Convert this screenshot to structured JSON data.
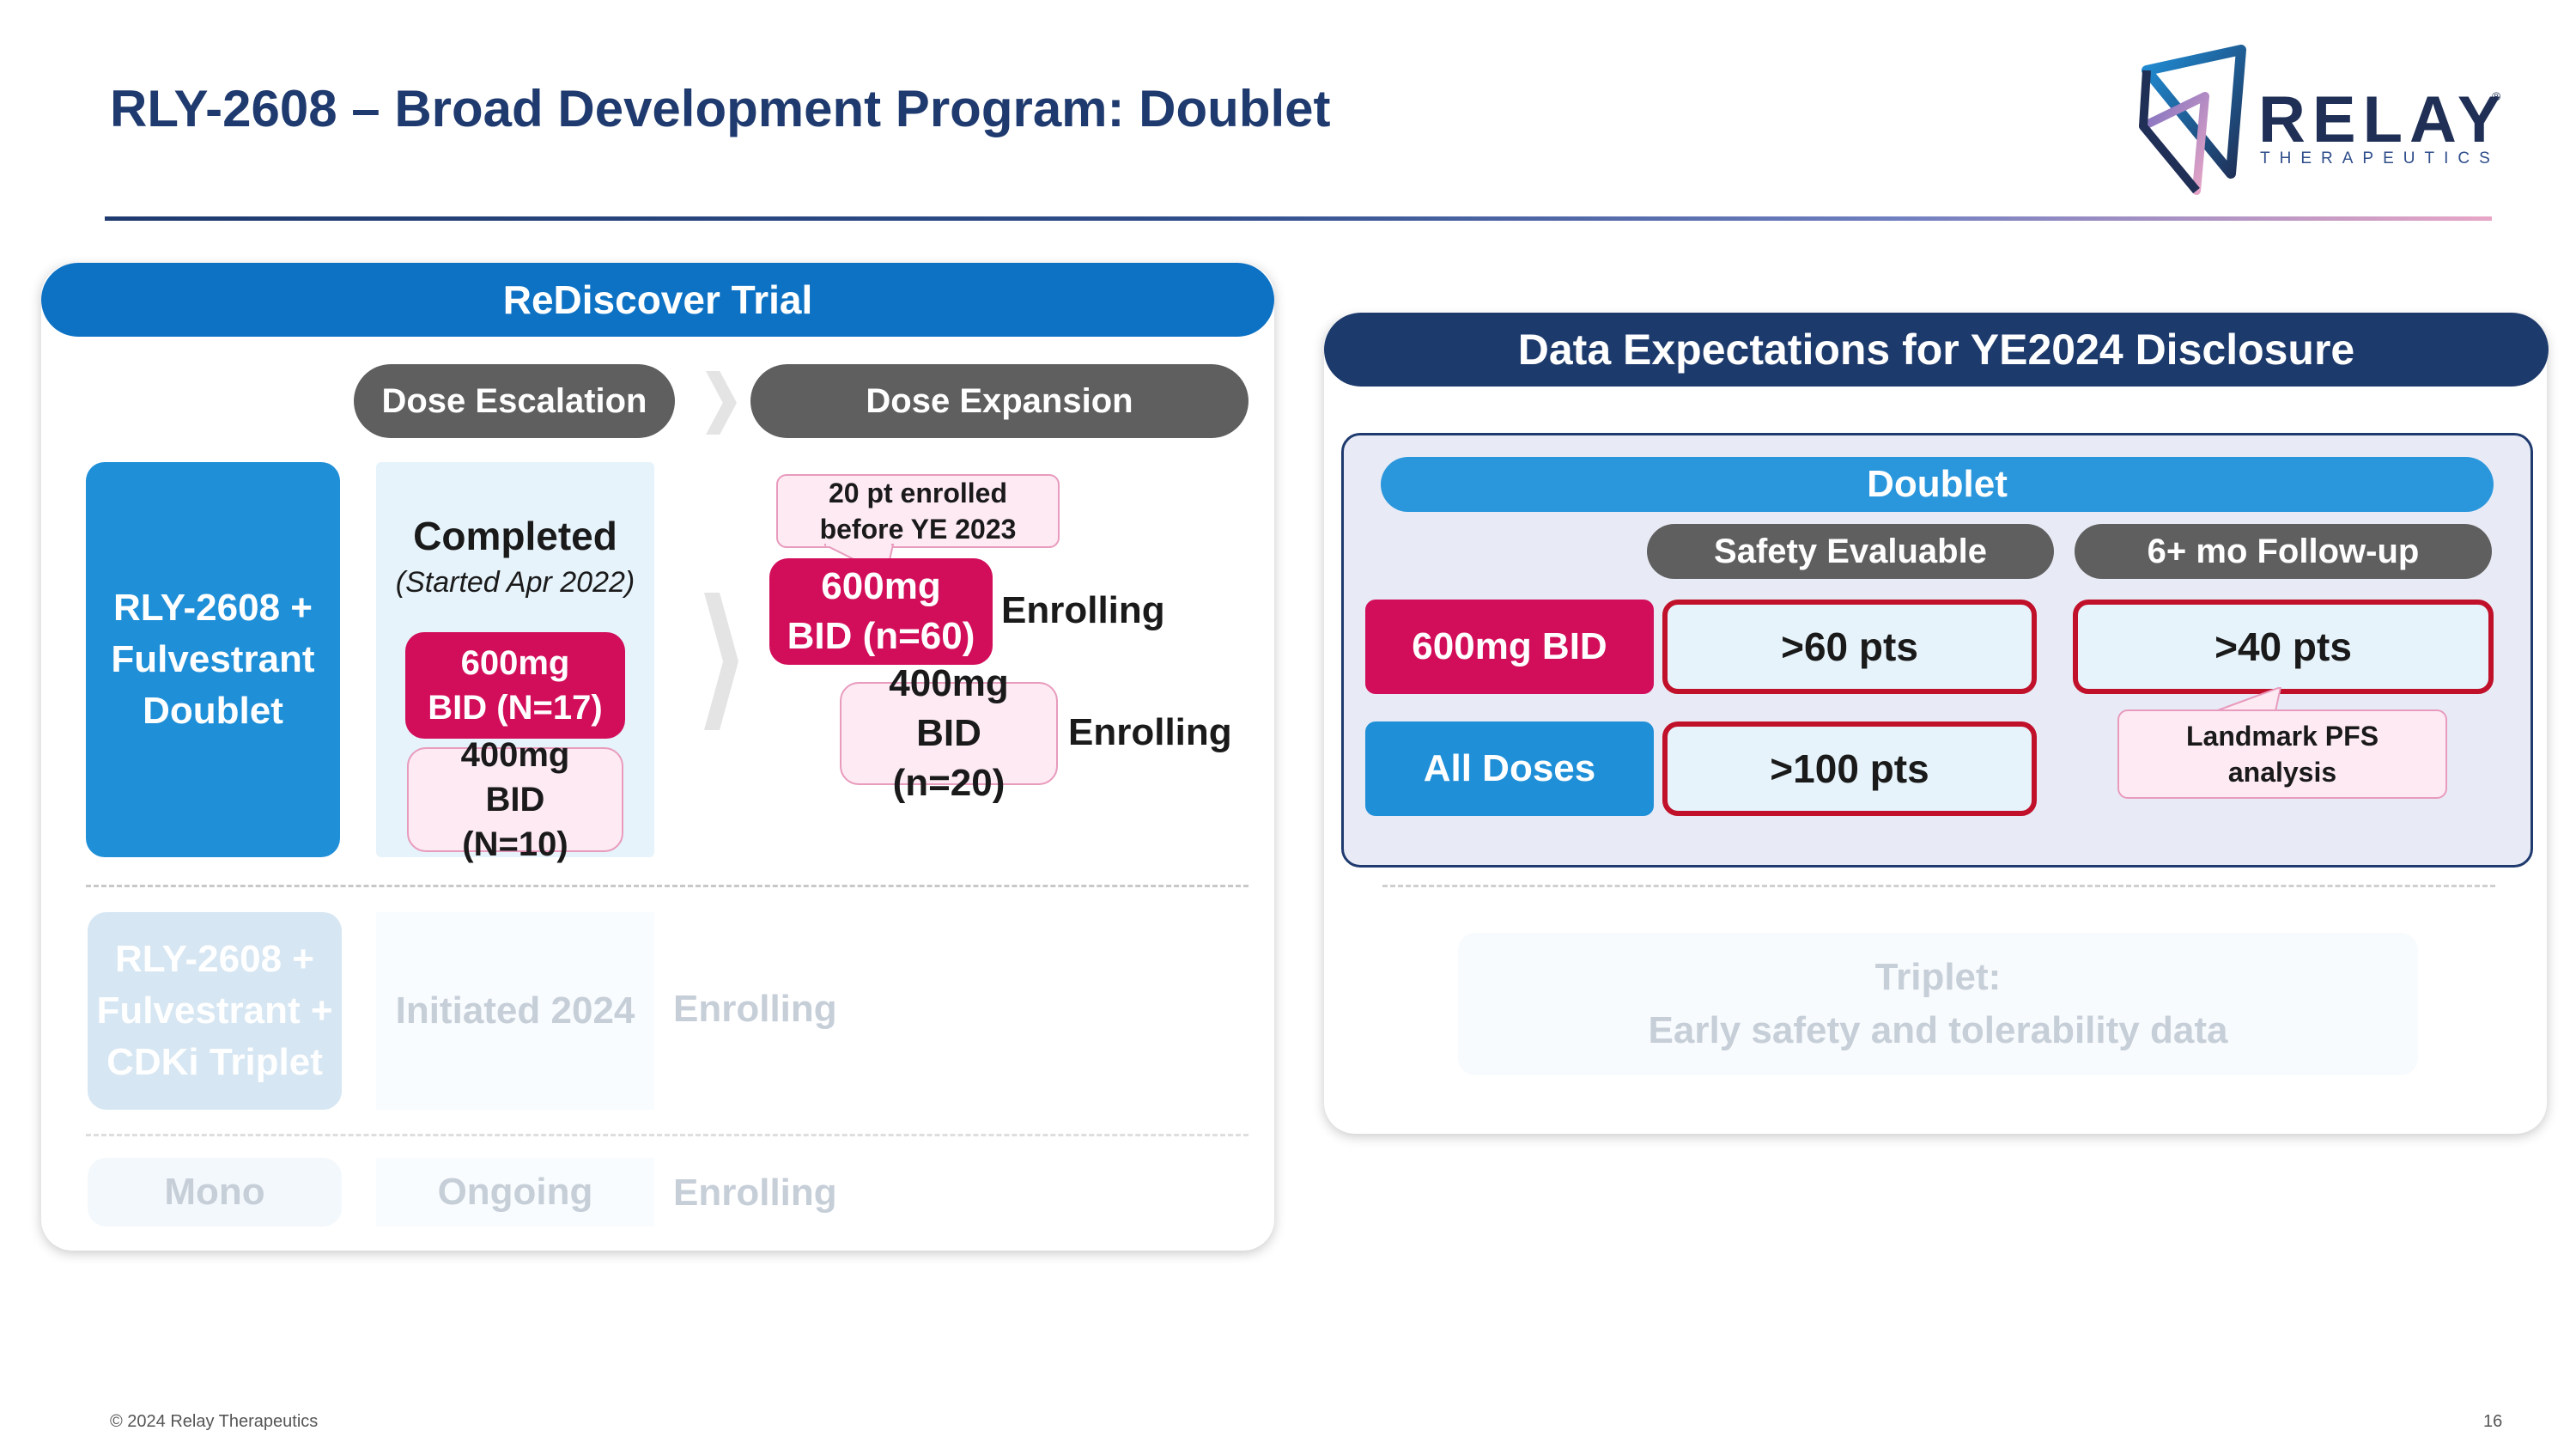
{
  "header": {
    "title": "RLY-2608 – Broad Development Program: Doublet",
    "logo_word": "RELAY",
    "logo_sub": "THERAPEUTICS",
    "logo_reg": "®"
  },
  "left": {
    "banner": "ReDiscover Trial",
    "phase_escalation": "Dose Escalation",
    "phase_expansion": "Dose Expansion",
    "doublet_label": "RLY-2608 + Fulvestrant Doublet",
    "completed_title": "Completed",
    "completed_sub": "(Started Apr 2022)",
    "esc_600": "600mg BID (N=17)",
    "esc_400": "400mg BID (N=10)",
    "callout": "20 pt enrolled before YE 2023",
    "exp_600": "600mg BID (n=60)",
    "exp_600_status": "Enrolling",
    "exp_400": "400mg BID (n=20)",
    "exp_400_status": "Enrolling",
    "triplet_label": "RLY-2608 + Fulvestrant + CDKi Triplet",
    "triplet_status": "Initiated 2024",
    "triplet_enroll": "Enrolling",
    "mono_label": "Mono",
    "mono_status": "Ongoing",
    "mono_enroll": "Enrolling"
  },
  "right": {
    "banner": "Data Expectations for YE2024 Disclosure",
    "doublet_header": "Doublet",
    "col_safety": "Safety Evaluable",
    "col_followup": "6+ mo Follow-up",
    "row_600": "600mg BID",
    "row_all": "All Doses",
    "v_600_safety": ">60 pts",
    "v_600_followup": ">40 pts",
    "v_all_safety": ">100 pts",
    "callout": "Landmark PFS analysis",
    "triplet_line1": "Triplet:",
    "triplet_line2": "Early safety and tolerability data"
  },
  "footer": {
    "copyright": "© 2024 Relay Therapeutics",
    "page": "16"
  },
  "colors": {
    "navy": "#1f3a6e",
    "blue": "#1f8fd8",
    "magenta": "#d20e5b",
    "gray_pill": "#5f5f5f",
    "red_border": "#c0102a"
  }
}
